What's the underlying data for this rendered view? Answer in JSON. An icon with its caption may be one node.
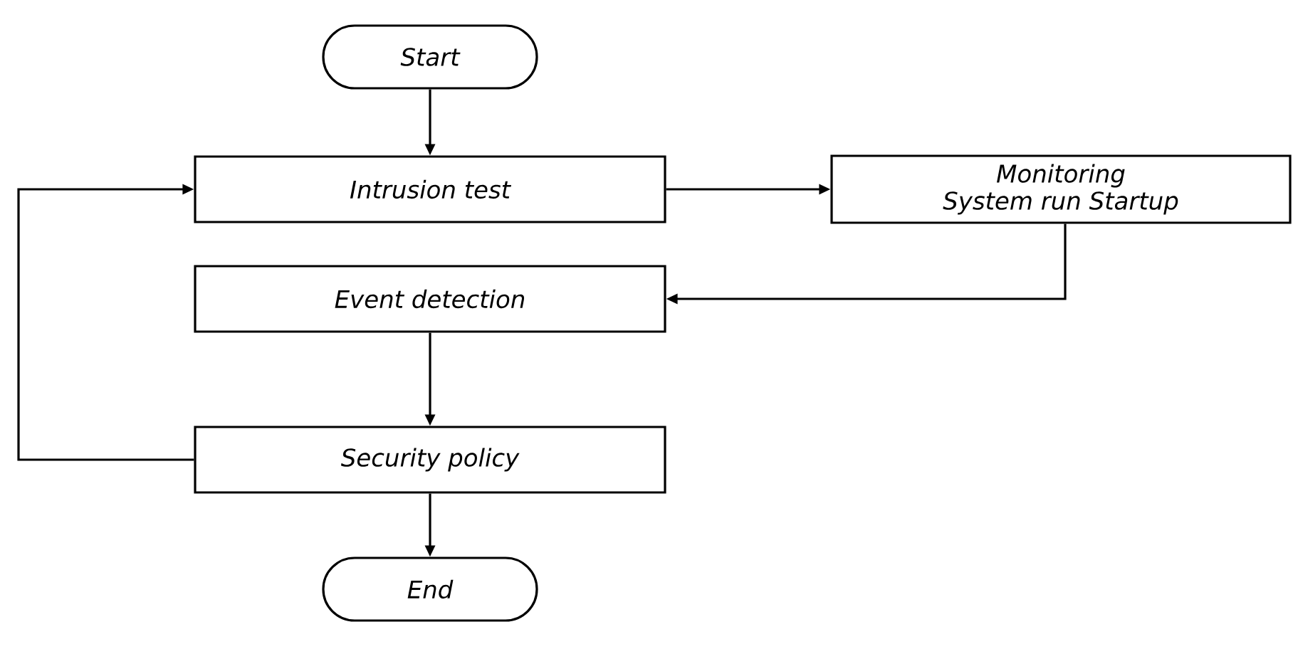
{
  "diagram": {
    "nodes": [
      {
        "text": [
          "Start"
        ]
      },
      {
        "text": [
          "Intrusion test"
        ]
      },
      {
        "text": [
          "Monitoring System run Startup"
        ]
      },
      {
        "text": [
          "Event detection"
        ]
      },
      {
        "text": [
          "Security policy"
        ]
      },
      {
        "text": [
          "End"
        ]
      }
    ],
    "edges": [
      {
        "from": 0,
        "to": 1,
        "arrow": "to"
      },
      {
        "from": 1,
        "to": 2,
        "arrow": "to"
      },
      {
        "from": 2,
        "to": 3,
        "arrow": "to"
      },
      {
        "from": 3,
        "to": 4,
        "arrow": "to"
      },
      {
        "from": 4,
        "to": 1,
        "arrow": "to"
      },
      {
        "from": 4,
        "to": 5,
        "arrow": "to"
      }
    ]
  }
}
